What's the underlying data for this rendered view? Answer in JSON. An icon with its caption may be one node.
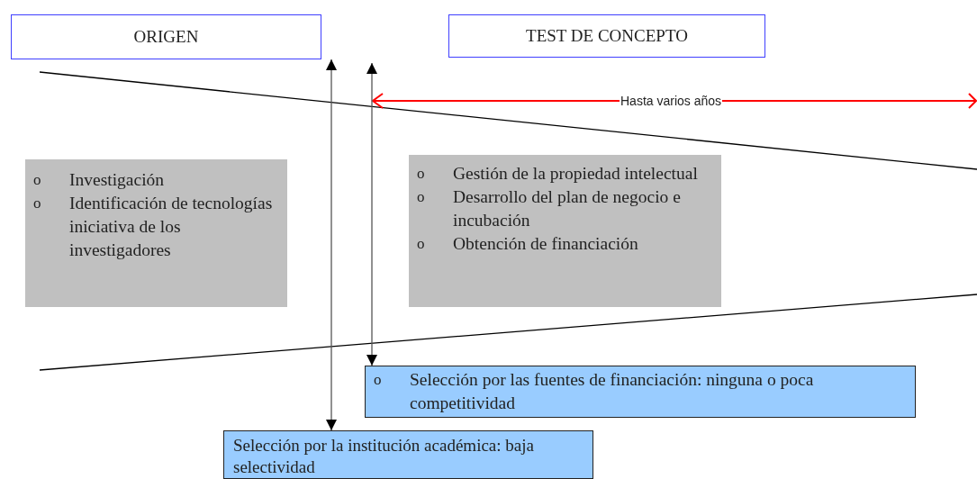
{
  "diagram": {
    "nodes": [
      {
        "text": [
          "ORIGEN"
        ]
      },
      {
        "text": [
          "TEST DE CONCEPTO"
        ]
      },
      {
        "text": [
          "o",
          "Investigación",
          "o",
          "Identificación de tecnologías iniciativa de los investigadores"
        ]
      },
      {
        "text": [
          "o",
          "Gestión de la propiedad intelectual",
          "o",
          "Desarrollo del plan de negocio e incubación",
          "o",
          "Obtención de financiación"
        ]
      },
      {
        "text": [
          "o",
          "Selección por las fuentes de financiación: ninguna o poca competitividad"
        ]
      },
      {
        "text": [
          "Selección por la institución académica: baja selectividad"
        ]
      }
    ],
    "edges": [
      {
        "from": 0,
        "to": 5,
        "arrow": "both"
      },
      {
        "from": null,
        "to": 4,
        "arrow": "both"
      }
    ],
    "labels": [
      "Hasta varios años"
    ]
  }
}
